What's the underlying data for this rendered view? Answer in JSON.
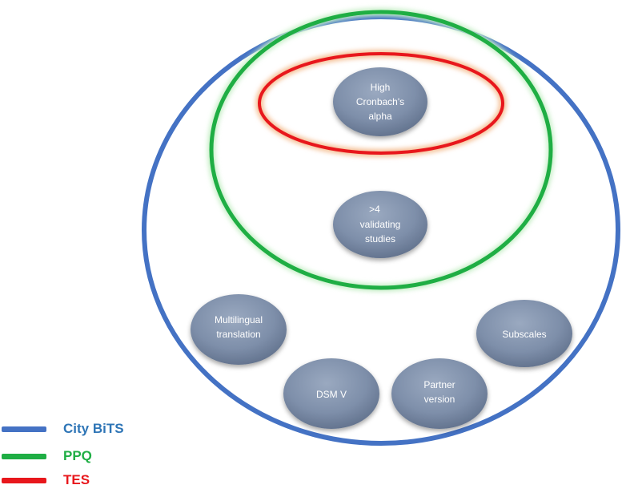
{
  "colors": {
    "outer": "#4472C4",
    "middle": "#1FAE44",
    "inner": "#E8171C",
    "node_fill": "#7E8FAA",
    "node_text": "#FFFFFF"
  },
  "diagram": {
    "nodes": {
      "cronbach": [
        "High",
        "Cronbach's",
        "alpha"
      ],
      "studies": [
        ">4",
        "validating",
        "studies"
      ],
      "multilingual": [
        "Multilingual",
        "translation"
      ],
      "subscales": [
        "Subscales"
      ],
      "dsm": [
        "DSM V"
      ],
      "partner": [
        "Partner",
        "version"
      ]
    }
  },
  "legend": {
    "items": [
      {
        "label": "City BiTS",
        "color": "#4472C4",
        "icon": "line-swatch"
      },
      {
        "label": "PPQ",
        "color": "#1FAE44",
        "icon": "line-swatch"
      },
      {
        "label": "TES",
        "color": "#E8171C",
        "icon": "line-swatch"
      }
    ]
  }
}
